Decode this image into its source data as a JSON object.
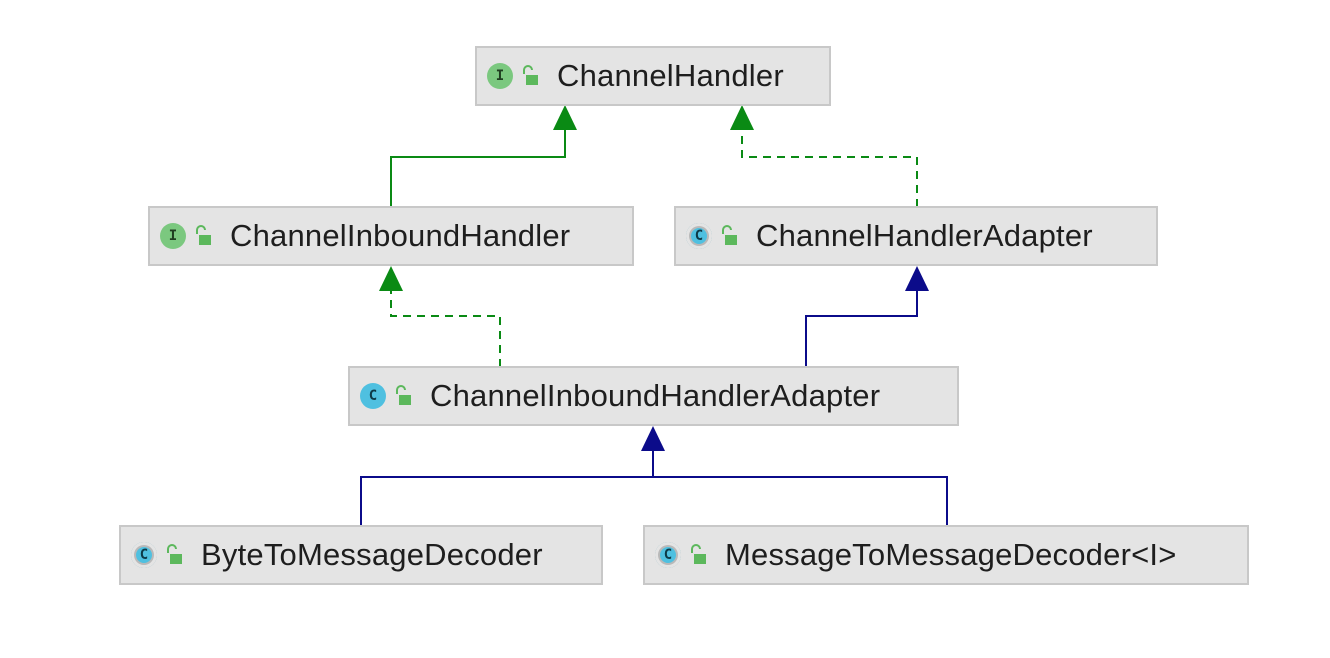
{
  "nodes": {
    "channel_handler": {
      "label": "ChannelHandler",
      "kind": "interface",
      "badge": "I"
    },
    "channel_inbound_handler": {
      "label": "ChannelInboundHandler",
      "kind": "interface",
      "badge": "I"
    },
    "channel_handler_adapter": {
      "label": "ChannelHandlerAdapter",
      "kind": "abstract-class",
      "badge": "C"
    },
    "channel_inbound_handler_adapter": {
      "label": "ChannelInboundHandlerAdapter",
      "kind": "class",
      "badge": "C"
    },
    "byte_to_message_decoder": {
      "label": "ByteToMessageDecoder",
      "kind": "abstract-class",
      "badge": "C"
    },
    "message_to_message_decoder": {
      "label": "MessageToMessageDecoder<I>",
      "kind": "abstract-class",
      "badge": "C"
    }
  },
  "edges": [
    {
      "from": "channel_inbound_handler",
      "to": "channel_handler",
      "type": "extends-interface",
      "style": "solid",
      "color": "#0a8a14"
    },
    {
      "from": "channel_handler_adapter",
      "to": "channel_handler",
      "type": "implements",
      "style": "dashed",
      "color": "#0a8a14"
    },
    {
      "from": "channel_inbound_handler_adapter",
      "to": "channel_inbound_handler",
      "type": "implements",
      "style": "dashed",
      "color": "#0a8a14"
    },
    {
      "from": "channel_inbound_handler_adapter",
      "to": "channel_handler_adapter",
      "type": "extends",
      "style": "solid",
      "color": "#0b0b8a"
    },
    {
      "from": "byte_to_message_decoder",
      "to": "channel_inbound_handler_adapter",
      "type": "extends",
      "style": "solid",
      "color": "#0b0b8a"
    },
    {
      "from": "message_to_message_decoder",
      "to": "channel_inbound_handler_adapter",
      "type": "extends",
      "style": "solid",
      "color": "#0b0b8a"
    }
  ],
  "colors": {
    "interface_badge": "#7bc87f",
    "class_badge": "#4fc0e0",
    "implements_arrow": "#0a8a14",
    "extends_arrow": "#0b0b8a",
    "node_fill": "#e4e4e4",
    "node_border": "#c8c8c8"
  },
  "icons": {
    "interface": "interface-icon",
    "class": "class-icon",
    "abstract_class": "abstract-class-icon",
    "visibility": "public-lock-icon"
  }
}
